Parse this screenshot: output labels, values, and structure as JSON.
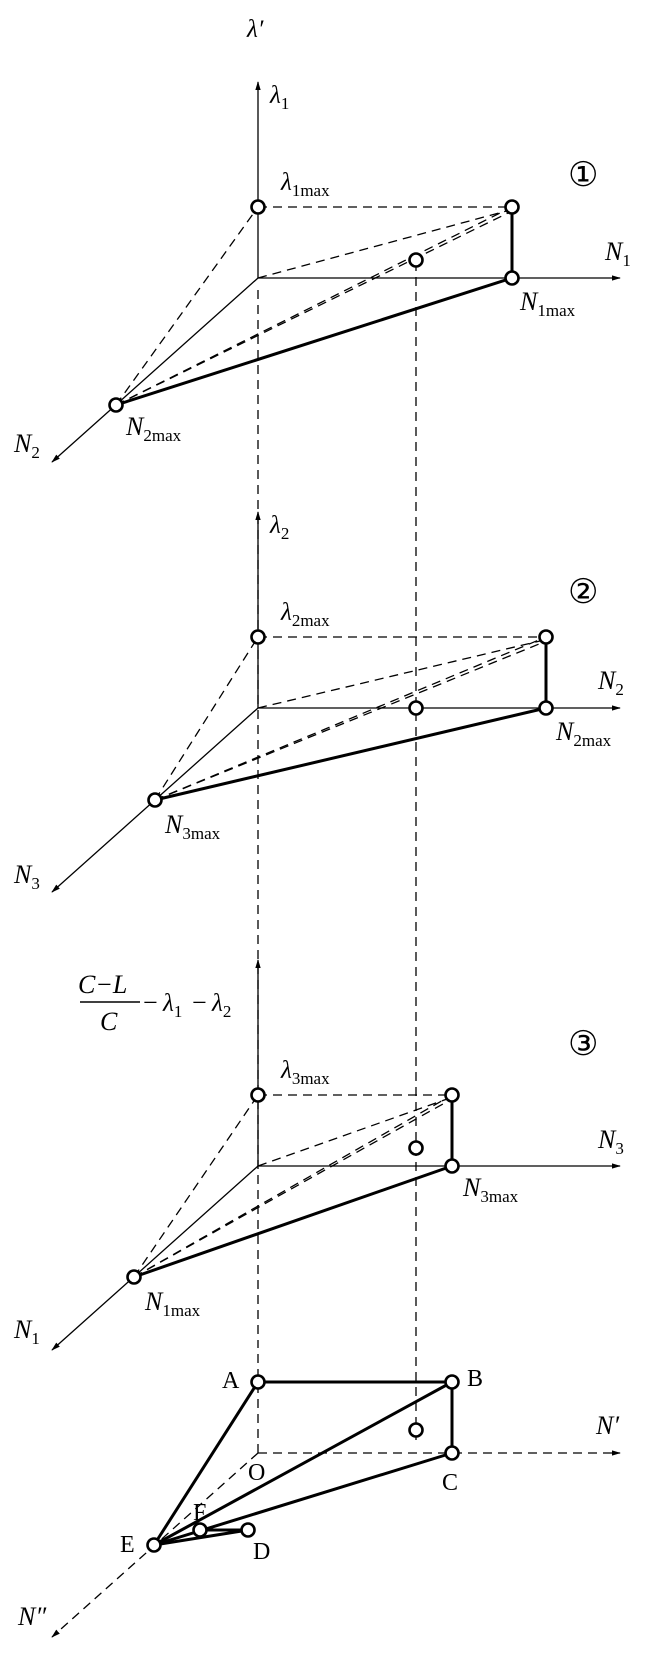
{
  "panel1": {
    "marker": "①",
    "axis_v_top": "λ′",
    "axis_v": {
      "sym": "λ",
      "sub": "1"
    },
    "axis_h": {
      "sym": "N",
      "sub": "1"
    },
    "axis_d": {
      "sym": "N",
      "sub": "2"
    },
    "pt_top": {
      "sym": "λ",
      "sub": "1max"
    },
    "pt_h": {
      "sym": "N",
      "sub": "1max"
    },
    "pt_d": {
      "sym": "N",
      "sub": "2max"
    }
  },
  "panel2": {
    "marker": "②",
    "axis_v": {
      "sym": "λ",
      "sub": "2"
    },
    "axis_h": {
      "sym": "N",
      "sub": "2"
    },
    "axis_d": {
      "sym": "N",
      "sub": "3"
    },
    "pt_top": {
      "sym": "λ",
      "sub": "2max"
    },
    "pt_h": {
      "sym": "N",
      "sub": "2max"
    },
    "pt_d": {
      "sym": "N",
      "sub": "3max"
    }
  },
  "panel3": {
    "marker": "③",
    "axis_v": {
      "numerator": "C−L",
      "denominator": "C",
      "rest1": "−",
      "lam1": "λ",
      "lam1_sub": "1",
      "rest2": "−",
      "lam2": "λ",
      "lam2_sub": "2"
    },
    "axis_h": {
      "sym": "N",
      "sub": "3"
    },
    "axis_d": {
      "sym": "N",
      "sub": "1"
    },
    "pt_top": {
      "sym": "λ",
      "sub": "3max"
    },
    "pt_h": {
      "sym": "N",
      "sub": "3max"
    },
    "pt_d": {
      "sym": "N",
      "sub": "1max"
    }
  },
  "panel4": {
    "axis_h": "N′",
    "axis_d": "N″",
    "points": {
      "A": "A",
      "B": "B",
      "C": "C",
      "D": "D",
      "E": "E",
      "F": "F",
      "O": "O"
    }
  }
}
